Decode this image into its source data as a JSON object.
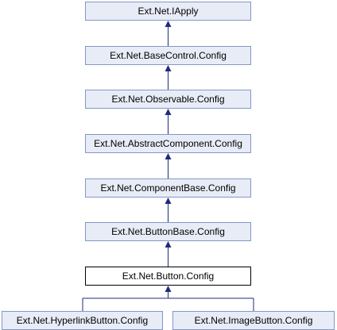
{
  "diagram": {
    "nodes": [
      {
        "id": "iapply",
        "label": "Ext.Net.IApply"
      },
      {
        "id": "basecontrol",
        "label": "Ext.Net.BaseControl.Config"
      },
      {
        "id": "observable",
        "label": "Ext.Net.Observable.Config"
      },
      {
        "id": "abstractcomponent",
        "label": "Ext.Net.AbstractComponent.Config"
      },
      {
        "id": "componentbase",
        "label": "Ext.Net.ComponentBase.Config"
      },
      {
        "id": "buttonbase",
        "label": "Ext.Net.ButtonBase.Config"
      },
      {
        "id": "button",
        "label": "Ext.Net.Button.Config"
      },
      {
        "id": "hyperlinkbutton",
        "label": "Ext.Net.HyperlinkButton.Config"
      },
      {
        "id": "imagebutton",
        "label": "Ext.Net.ImageButton.Config"
      }
    ],
    "edges": [
      {
        "from": "basecontrol",
        "to": "iapply"
      },
      {
        "from": "observable",
        "to": "basecontrol"
      },
      {
        "from": "abstractcomponent",
        "to": "observable"
      },
      {
        "from": "componentbase",
        "to": "abstractcomponent"
      },
      {
        "from": "buttonbase",
        "to": "componentbase"
      },
      {
        "from": "button",
        "to": "buttonbase"
      },
      {
        "from": "hyperlinkbutton",
        "to": "button"
      },
      {
        "from": "imagebutton",
        "to": "button"
      }
    ],
    "colors": {
      "node_fill": "#e8ecf6",
      "node_border": "#8496c6",
      "current_fill": "#ffffff",
      "current_border": "#000000",
      "edge": "#1f2b7a"
    }
  }
}
